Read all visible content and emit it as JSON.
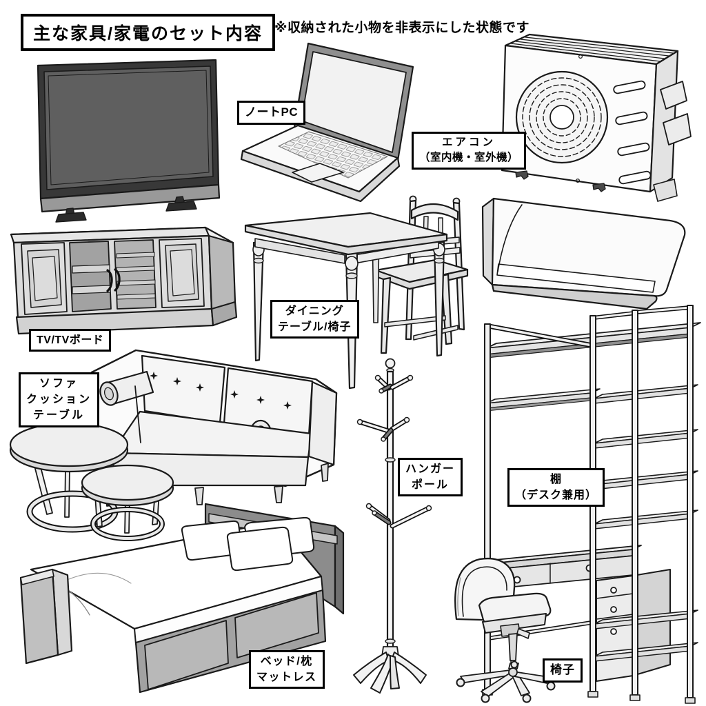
{
  "header": {
    "title": "主な家具/家電のセット内容",
    "note": "※収納された小物を非表示にした状態です"
  },
  "colors": {
    "background": "#ffffff",
    "line_art": "#1a1a1a",
    "tv_screen": "#5f5f5f",
    "label_border": "#000000",
    "label_background": "#ffffff"
  },
  "labels": {
    "laptop": {
      "lines": [
        "ノートPC"
      ]
    },
    "aircon": {
      "lines": [
        "エアコン",
        "（室内機・室外機）"
      ]
    },
    "tv_board": {
      "lines": [
        "TV/TVボード"
      ]
    },
    "dining": {
      "lines": [
        "ダイニング",
        "テーブル/椅子"
      ]
    },
    "sofa": {
      "lines": [
        "ソファ",
        "クッション",
        "テーブル"
      ]
    },
    "hanger": {
      "lines": [
        "ハンガー",
        "ポール"
      ]
    },
    "shelf": {
      "lines": [
        "棚",
        "（デスク兼用）"
      ]
    },
    "bed": {
      "lines": [
        "ベッド/枕",
        "マットレス"
      ]
    },
    "chair": {
      "lines": [
        "椅子"
      ]
    }
  },
  "illustrations": [
    "tv",
    "laptop",
    "aircon-outdoor-unit",
    "aircon-indoor-unit",
    "tv-board",
    "dining-table",
    "dining-chair",
    "sofa-with-cushions",
    "nesting-tables",
    "bed-with-pillows",
    "hanger-pole",
    "shelf-desk-unit",
    "office-chair"
  ]
}
